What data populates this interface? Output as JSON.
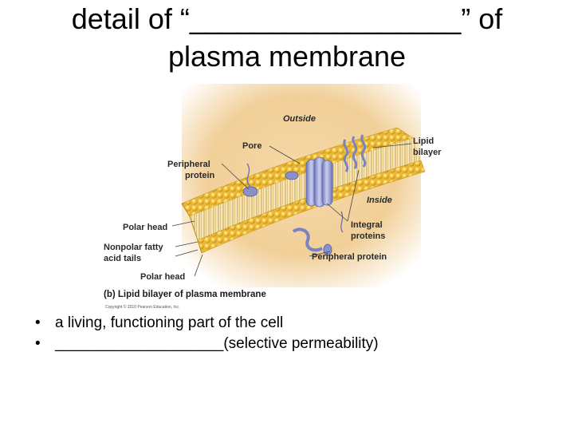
{
  "slide": {
    "title_line1": "detail of “_________________” of",
    "title_line2": "plasma membrane"
  },
  "figure": {
    "labels": {
      "outside": "Outside",
      "inside": "Inside",
      "pore": "Pore",
      "lipid_bilayer_1": "Lipid",
      "lipid_bilayer_2": "bilayer",
      "peripheral_protein_top_1": "Peripheral",
      "peripheral_protein_top_2": "protein",
      "polar_head_top": "Polar head",
      "nonpolar_tails_1": "Nonpolar fatty",
      "nonpolar_tails_2": "acid tails",
      "polar_head_bottom": "Polar head",
      "integral_proteins_1": "Integral",
      "integral_proteins_2": "proteins",
      "peripheral_protein_bottom": "Peripheral protein",
      "caption": "(b) Lipid bilayer of plasma membrane",
      "copyright": "Copyright © 2010 Pearson Education, Inc."
    }
  },
  "bullets": [
    {
      "marker": "•",
      "text": "a living, functioning part of the cell"
    },
    {
      "marker": "•",
      "text": "____________________(selective permeability)"
    }
  ]
}
